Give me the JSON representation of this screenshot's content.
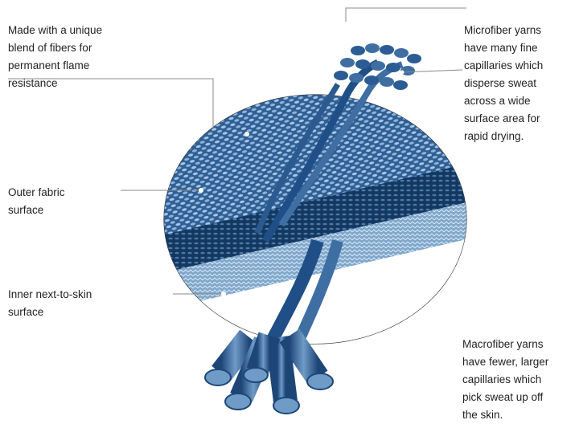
{
  "labels": {
    "flame": [
      "Made with a unique",
      "blend of fibers for",
      "permanent flame",
      "resistance"
    ],
    "outer": [
      "Outer fabric",
      "surface"
    ],
    "inner": [
      "Inner next-to-skin",
      "surface"
    ],
    "micro": [
      "Microfiber yarns",
      "have many fine",
      "capillaries which",
      "disperse sweat",
      "across a wide",
      "surface area for",
      "rapid drying."
    ],
    "macro": [
      "Macrofiber yarns",
      "have fewer, larger",
      "capillaries which",
      "pick sweat up off",
      "the skin."
    ]
  },
  "colors": {
    "outer_weave": "#2e5f95",
    "dark_band": "#14385f",
    "inner_layer": "#7ea6cb",
    "fiber": "#2b5c93",
    "leader_line": "#888888"
  }
}
